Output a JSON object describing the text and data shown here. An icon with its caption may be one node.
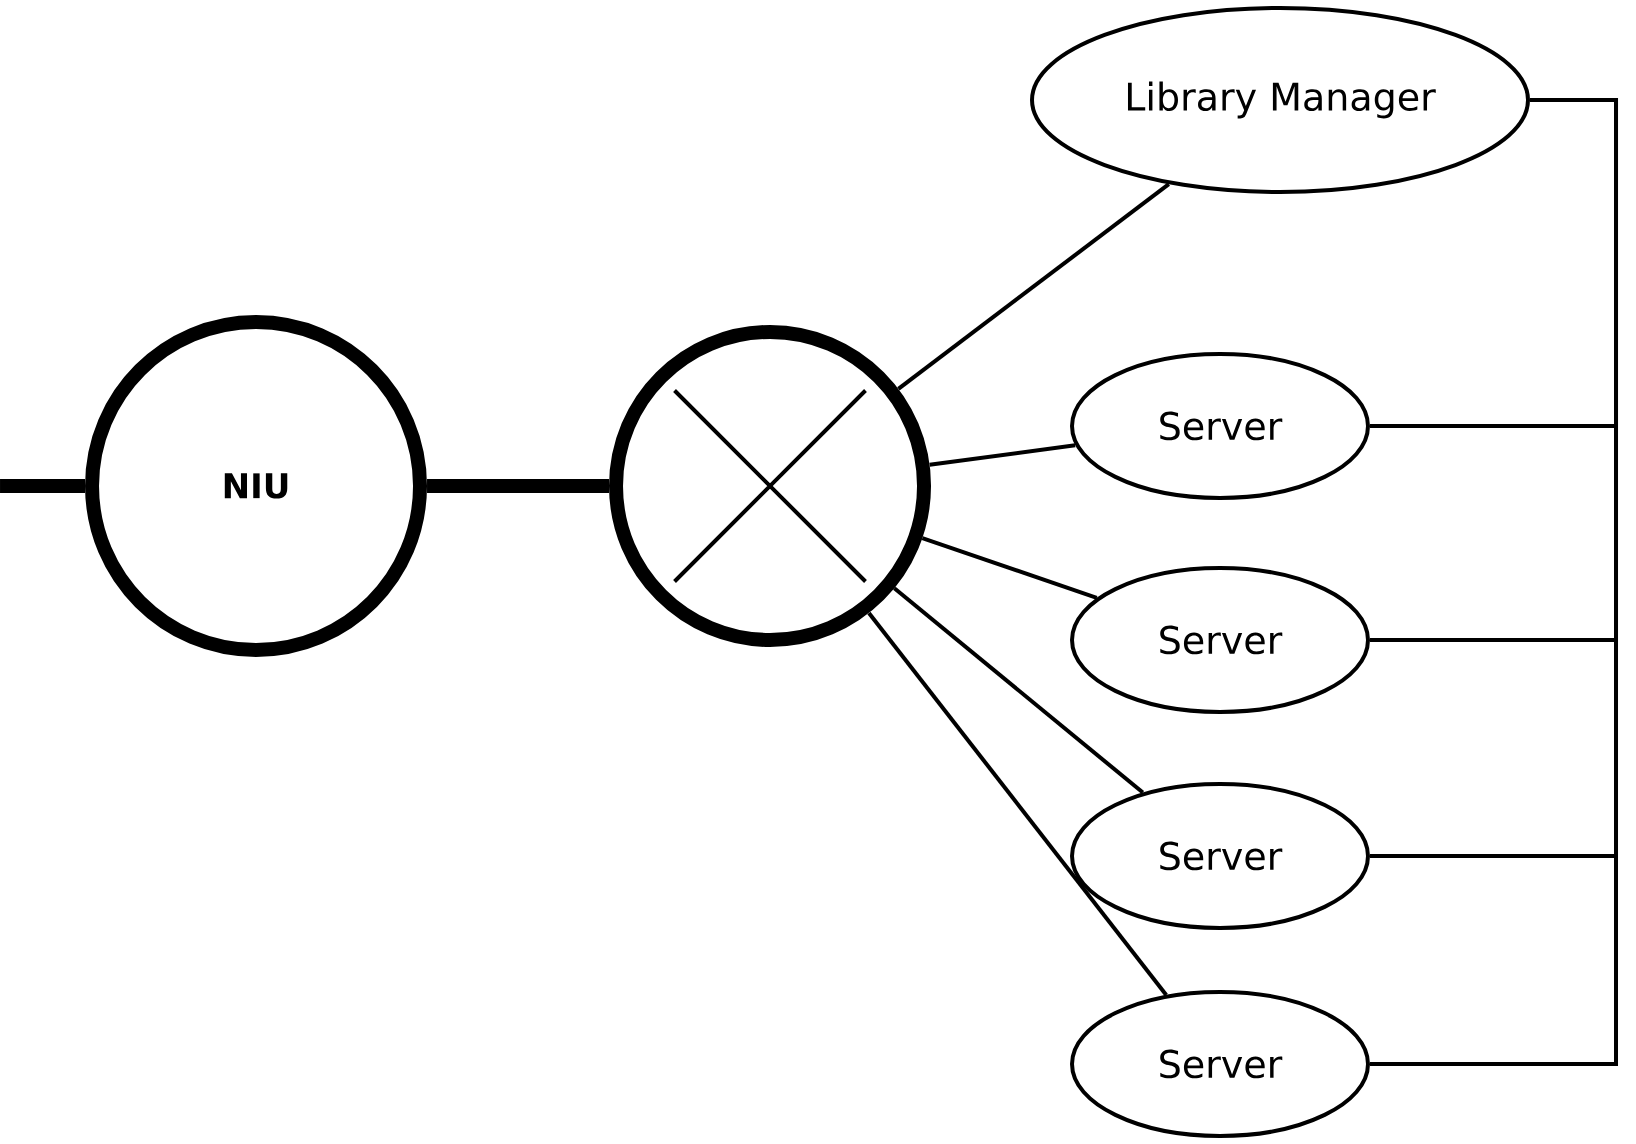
{
  "diagram": {
    "nodes": [
      {
        "text": [
          "NIU"
        ]
      },
      {
        "text": [],
        "shape": "circle"
      },
      {
        "text": [
          "Library Manager"
        ]
      },
      {
        "text": [
          "Server"
        ]
      },
      {
        "text": [
          "Server"
        ]
      },
      {
        "text": [
          "Server"
        ]
      },
      {
        "text": [
          "Server"
        ]
      }
    ],
    "edges": [
      {
        "from": null,
        "to": 0,
        "arrow": "none",
        "style": "thick"
      },
      {
        "from": 0,
        "to": 1,
        "arrow": "none",
        "style": "thick"
      },
      {
        "from": 1,
        "to": 2,
        "arrow": "none"
      },
      {
        "from": 1,
        "to": 3,
        "arrow": "none"
      },
      {
        "from": 1,
        "to": 4,
        "arrow": "none"
      },
      {
        "from": 1,
        "to": 5,
        "arrow": "none"
      },
      {
        "from": 1,
        "to": 6,
        "arrow": "none"
      },
      {
        "from": 3,
        "to": 2,
        "arrow": "none"
      },
      {
        "from": 4,
        "to": 2,
        "arrow": "none"
      },
      {
        "from": 5,
        "to": 2,
        "arrow": "none"
      },
      {
        "from": 6,
        "to": 2,
        "arrow": "none"
      }
    ]
  }
}
